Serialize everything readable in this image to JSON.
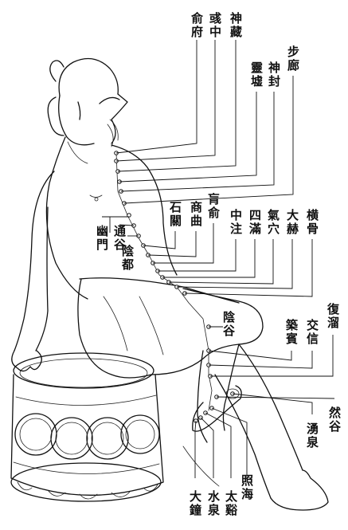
{
  "labels": [
    {
      "id": "shufu",
      "text": "俞府"
    },
    {
      "id": "yuzhong",
      "text": "彧中"
    },
    {
      "id": "shencang",
      "text": "神藏"
    },
    {
      "id": "lingxu",
      "text": "靈墟"
    },
    {
      "id": "shenfeng",
      "text": "神封"
    },
    {
      "id": "bulang",
      "text": "步廊"
    },
    {
      "id": "shiguan",
      "text": "石關"
    },
    {
      "id": "shangqu",
      "text": "商曲"
    },
    {
      "id": "huangshu",
      "text": "肓俞"
    },
    {
      "id": "zhongzhu",
      "text": "中注"
    },
    {
      "id": "siman",
      "text": "四滿"
    },
    {
      "id": "qixue",
      "text": "氣穴"
    },
    {
      "id": "dahe",
      "text": "大赫"
    },
    {
      "id": "henggu",
      "text": "横骨"
    },
    {
      "id": "youmen",
      "text": "幽門"
    },
    {
      "id": "tonggu",
      "text": "通谷"
    },
    {
      "id": "yindu",
      "text": "陰都"
    },
    {
      "id": "yingu",
      "text": "陰谷"
    },
    {
      "id": "zhubin",
      "text": "築賓"
    },
    {
      "id": "jiaoxin",
      "text": "交信"
    },
    {
      "id": "fuliu",
      "text": "復溜"
    },
    {
      "id": "yongquan",
      "text": "湧泉"
    },
    {
      "id": "rangu",
      "text": "然谷"
    },
    {
      "id": "dazhong",
      "text": "大鐘"
    },
    {
      "id": "shuiquan",
      "text": "水泉"
    },
    {
      "id": "taixi",
      "text": "太谿"
    },
    {
      "id": "zhaohai",
      "text": "照海"
    }
  ]
}
